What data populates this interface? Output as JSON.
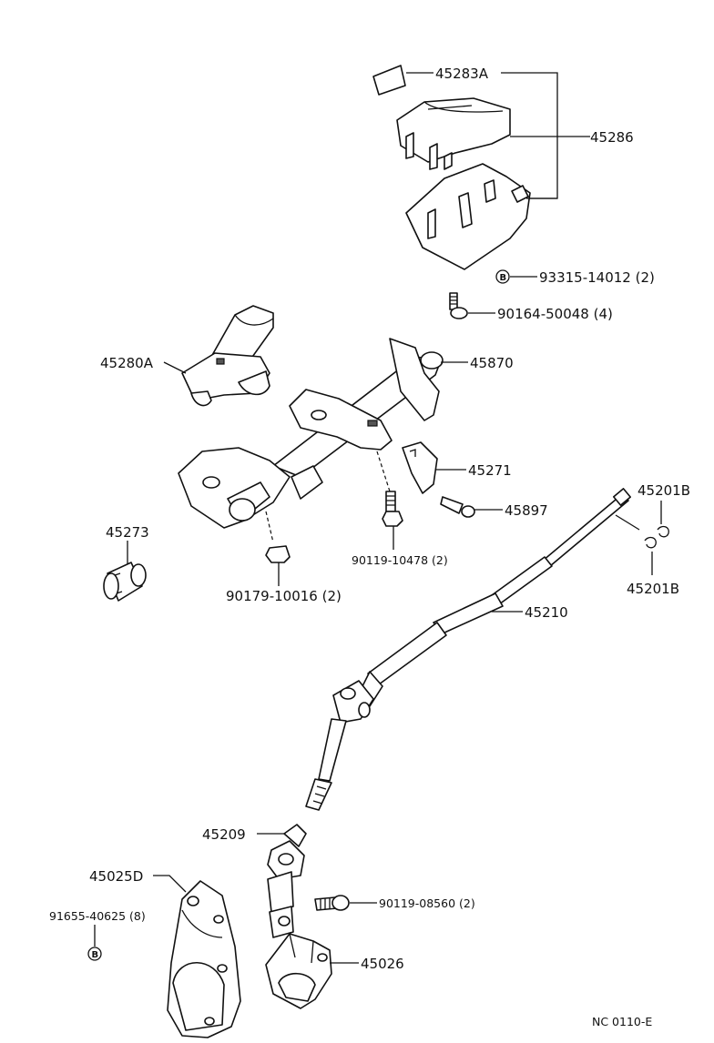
{
  "labels": {
    "p45283A": "45283A",
    "p45286": "45286",
    "p93315": "93315-14012 (2)",
    "p90164": "90164-50048 (4)",
    "p45280A": "45280A",
    "p45870": "45870",
    "p45271": "45271",
    "p45897": "45897",
    "p45201B_top": "45201B",
    "p45201B_bot": "45201B",
    "p45273": "45273",
    "p90119_10478": "90119-10478 (2)",
    "p90179": "90179-10016 (2)",
    "p45210": "45210",
    "p45209": "45209",
    "p45025D": "45025D",
    "p91655": "91655-40625 (8)",
    "p90119_08560": "90119-08560 (2)",
    "p45026": "45026",
    "ref_code": "NC 0110-E"
  },
  "markers": {
    "b_mark": "B"
  }
}
